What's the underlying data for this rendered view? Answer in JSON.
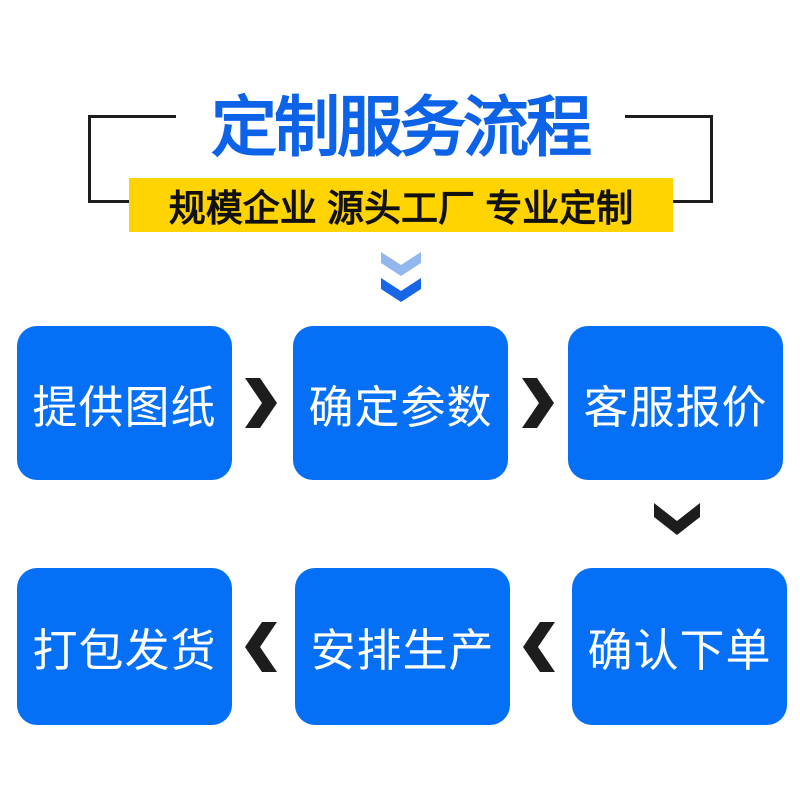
{
  "header": {
    "title": "定制服务流程",
    "subtitle": "规模企业 源头工厂 专业定制"
  },
  "flow": {
    "row1": [
      {
        "label": "提供图纸"
      },
      {
        "label": "确定参数"
      },
      {
        "label": "客服报价"
      }
    ],
    "row2": [
      {
        "label": "打包发货"
      },
      {
        "label": "安排生产"
      },
      {
        "label": "确认下单"
      }
    ]
  },
  "icons": {
    "double_chevron_down": "double-chevron-down",
    "chevron_right": "chevron-right",
    "chevron_down": "chevron-down",
    "chevron_left": "chevron-left"
  },
  "colors": {
    "box_blue": "#0570F6",
    "title_blue": "#0C63E8",
    "banner_yellow": "#FFD400",
    "arrow_black": "#1D1D1D",
    "chevron_light_blue": "#92B7EF",
    "chevron_dark_blue": "#1766E8",
    "text_white": "#FFFFFF",
    "background": "#FFFFFF"
  }
}
